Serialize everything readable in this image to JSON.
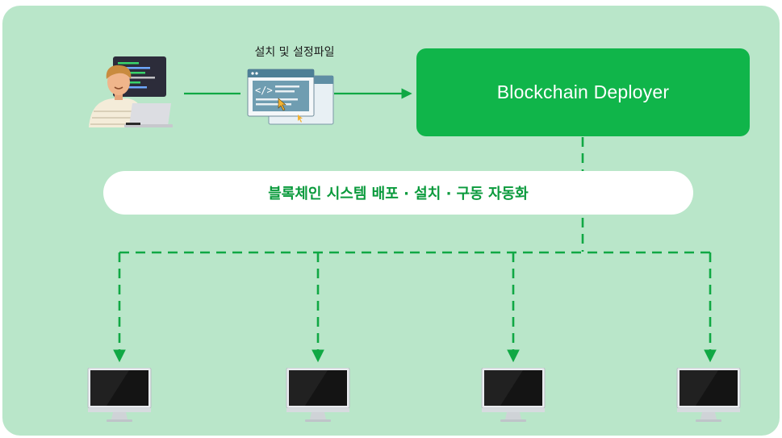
{
  "install_files": {
    "label": "설치 및 설정파일",
    "icon": "code-window-icon"
  },
  "deployer": {
    "label": "Blockchain Deployer"
  },
  "automation_banner": {
    "label": "블록체인 시스템 배포 · 설치 · 구동 자동화"
  },
  "developer": {
    "icon": "developer-at-laptop-icon"
  },
  "targets": [
    {
      "icon": "monitor-icon"
    },
    {
      "icon": "monitor-icon"
    },
    {
      "icon": "monitor-icon"
    },
    {
      "icon": "monitor-icon"
    }
  ],
  "colors": {
    "background_panel": "#b9e6c9",
    "deployer_fill": "#10b54a",
    "banner_text": "#0a9a3c",
    "connector": "#10a844"
  }
}
